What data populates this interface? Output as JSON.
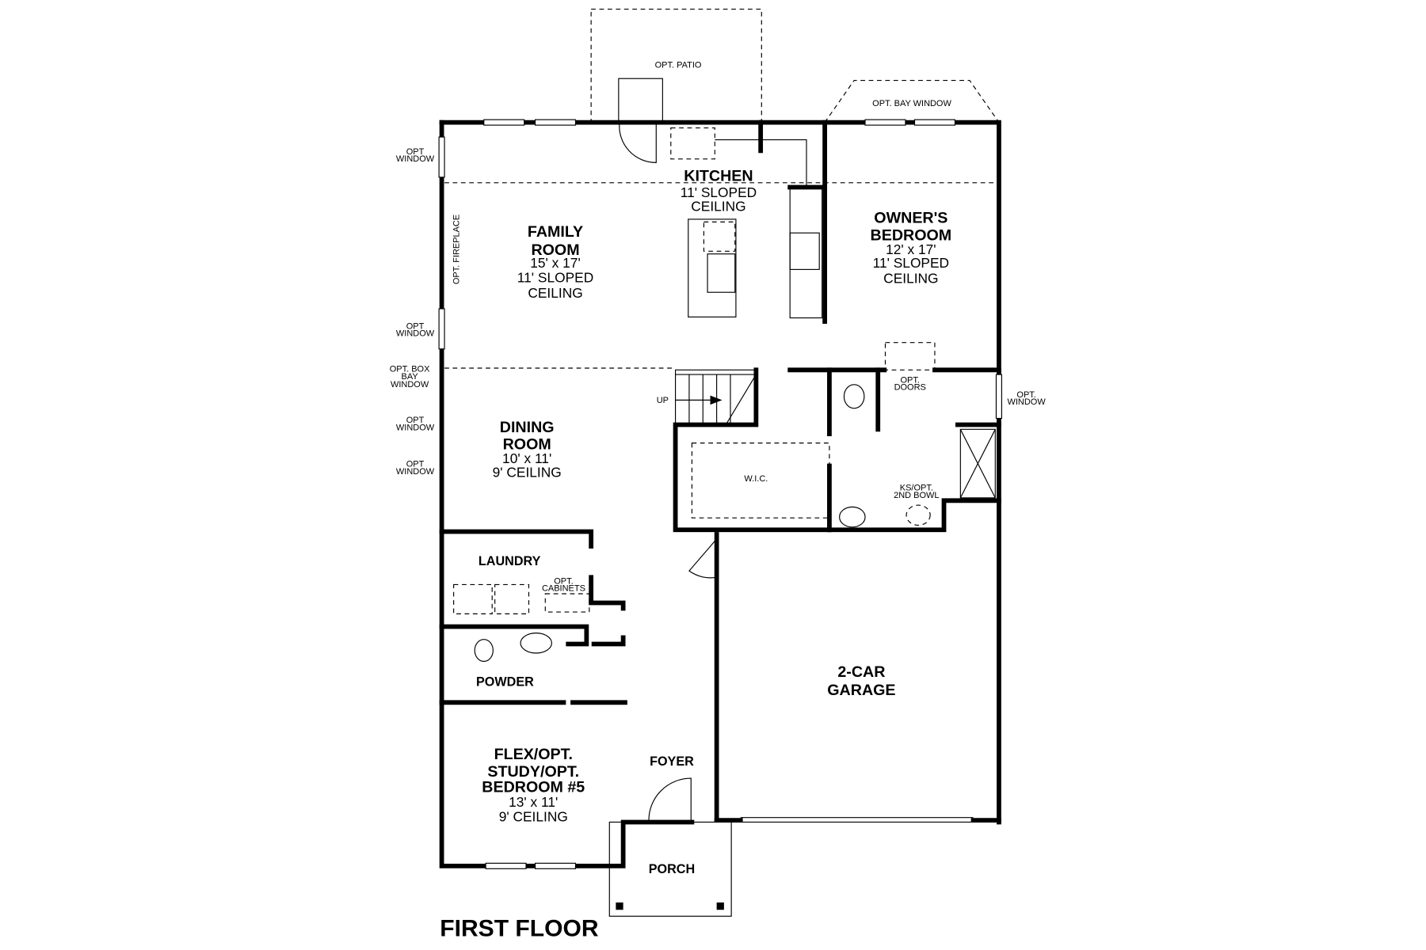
{
  "plan": {
    "title": "FIRST FLOOR",
    "rooms": {
      "kitchen": {
        "name": "KITCHEN",
        "l1": "11' SLOPED",
        "l2": "CEILING"
      },
      "family": {
        "name1": "FAMILY",
        "name2": "ROOM",
        "size": "15' x 17'",
        "l1": "11' SLOPED",
        "l2": "CEILING"
      },
      "owners": {
        "name1": "OWNER'S",
        "name2": "BEDROOM",
        "size": "12' x 17'",
        "l1": "11' SLOPED",
        "l2": "CEILING"
      },
      "dining": {
        "name1": "DINING",
        "name2": "ROOM",
        "size": "10' x 11'",
        "l1": "9' CEILING"
      },
      "laundry": {
        "name": "LAUNDRY"
      },
      "powder": {
        "name": "POWDER"
      },
      "flex": {
        "name1": "FLEX/OPT.",
        "name2": "STUDY/OPT.",
        "name3": "BEDROOM #5",
        "size": "13' x 11'",
        "l1": "9' CEILING"
      },
      "foyer": {
        "name": "FOYER"
      },
      "porch": {
        "name": "PORCH"
      },
      "garage": {
        "name1": "2-CAR",
        "name2": "GARAGE"
      },
      "wic": {
        "name": "W.I.C."
      }
    },
    "notes": {
      "opt_patio": "OPT. PATIO",
      "opt_bay_window": "OPT. BAY WINDOW",
      "opt": "OPT",
      "window": "WINDOW",
      "opt_fireplace": "OPT. FIREPLACE",
      "opt_box": "OPT. BOX",
      "bay": "BAY",
      "up": "UP",
      "opt_dot": "OPT.",
      "doors": "DOORS",
      "cabinets": "CABINETS",
      "ks_opt": "KS/OPT.",
      "second_bowl": "2ND BOWL"
    }
  }
}
